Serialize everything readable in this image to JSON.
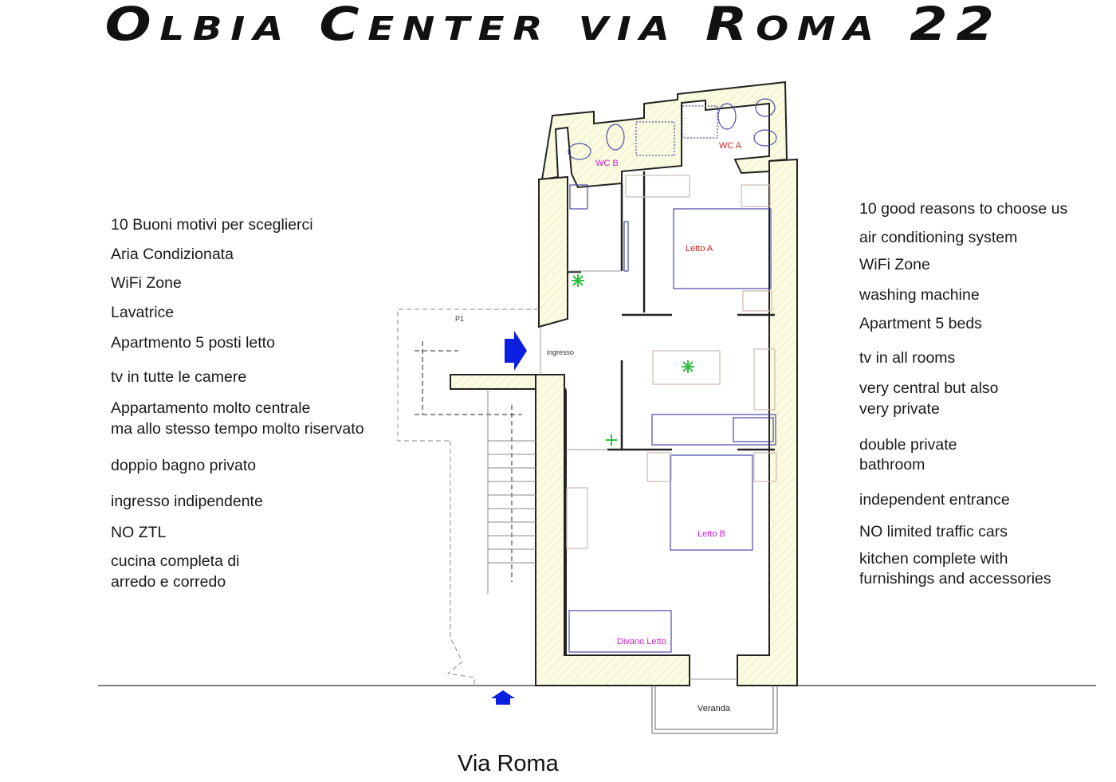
{
  "title": "Olbia Center via Roma 22",
  "left_list": [
    "10 Buoni motivi  per sceglierci",
    "Aria Condizionata",
    "WiFi Zone",
    "Lavatrice",
    "Apartmento 5 posti letto",
    "tv in tutte le camere",
    "Appartamento molto centrale",
    "ma allo stesso tempo molto riservato",
    "doppio bagno privato",
    "ingresso indipendente",
    "NO ZTL",
    "cucina completa di",
    "arredo e corredo"
  ],
  "right_list": [
    "10 good reasons to choose us",
    "air conditioning system",
    "WiFi Zone",
    "washing machine",
    "Apartment 5 beds",
    "tv in all rooms",
    "very central but also",
    "very private",
    "double private",
    "bathroom",
    "independent entrance",
    "NO limited traffic cars",
    "kitchen complete with",
    "furnishings and accessories"
  ],
  "plan": {
    "wc_b": "WC B",
    "wc_a": "WC A",
    "letto_a": "Letto A",
    "letto_b": "Letto B",
    "divano": "Divano Letto",
    "ingresso": "ingresso",
    "p1": "P1",
    "veranda": "Veranda"
  },
  "street": "Via Roma",
  "colors": {
    "wall_fill": "#fbfbe2",
    "entry_arrow": "#0a1fe0",
    "label_magenta": "#d020d0",
    "label_red": "#d02020",
    "furniture_blue": "#4a4aa8"
  }
}
